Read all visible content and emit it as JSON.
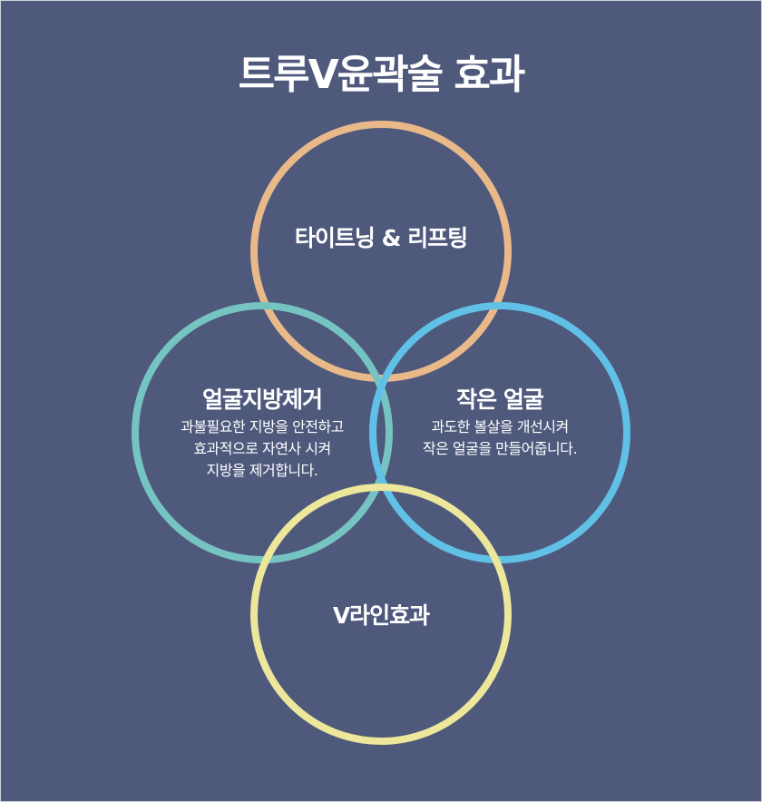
{
  "title": "트루V윤곽술 효과",
  "circles": [
    {
      "heading": "타이트닝 & 리프팅",
      "lines": [],
      "color": "#e9b98a"
    },
    {
      "heading": "얼굴지방제거",
      "lines": [
        "과불필요한 지방을 안전하고",
        "효과적으로 자연사 시켜",
        "지방을 제거합니다."
      ],
      "color": "#76c4c2"
    },
    {
      "heading": "작은 얼굴",
      "lines": [
        "과도한 볼살을 개선시켜",
        "작은 얼굴을 만들어줍니다."
      ],
      "color": "#61c0e6"
    },
    {
      "heading": "V라인효과",
      "lines": [],
      "color": "#ece79b"
    }
  ]
}
